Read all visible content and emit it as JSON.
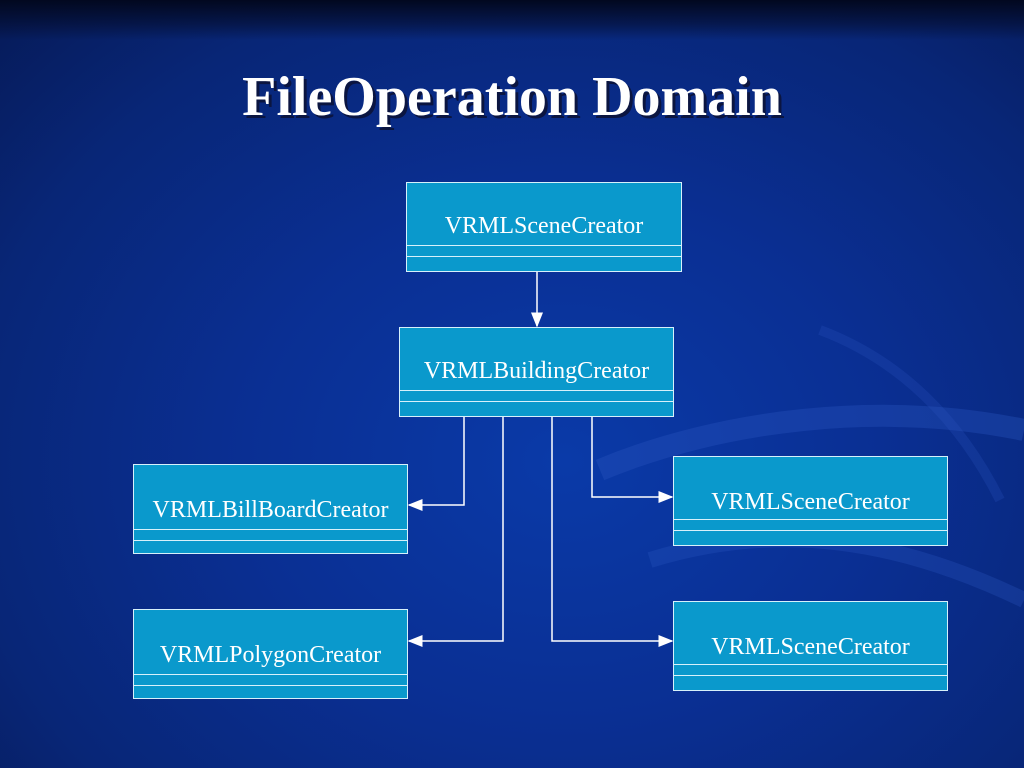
{
  "slide": {
    "title": "FileOperation Domain"
  },
  "diagram": {
    "nodes": [
      {
        "id": "scene-creator-top",
        "label": "VRMLSceneCreator"
      },
      {
        "id": "building-creator",
        "label": "VRMLBuildingCreator"
      },
      {
        "id": "billboard-creator",
        "label": "VRMLBillBoardCreator"
      },
      {
        "id": "polygon-creator",
        "label": "VRMLPolygonCreator"
      },
      {
        "id": "scene-creator-right-1",
        "label": "VRMLSceneCreator"
      },
      {
        "id": "scene-creator-right-2",
        "label": "VRMLSceneCreator"
      }
    ],
    "edges": [
      {
        "from": "scene-creator-top",
        "to": "building-creator"
      },
      {
        "from": "building-creator",
        "to": "billboard-creator"
      },
      {
        "from": "building-creator",
        "to": "polygon-creator"
      },
      {
        "from": "building-creator",
        "to": "scene-creator-right-1"
      },
      {
        "from": "building-creator",
        "to": "scene-creator-right-2"
      }
    ],
    "colors": {
      "node_fill": "#0a99cc",
      "node_border": "#d7f1fb",
      "connector": "#ffffff"
    }
  }
}
